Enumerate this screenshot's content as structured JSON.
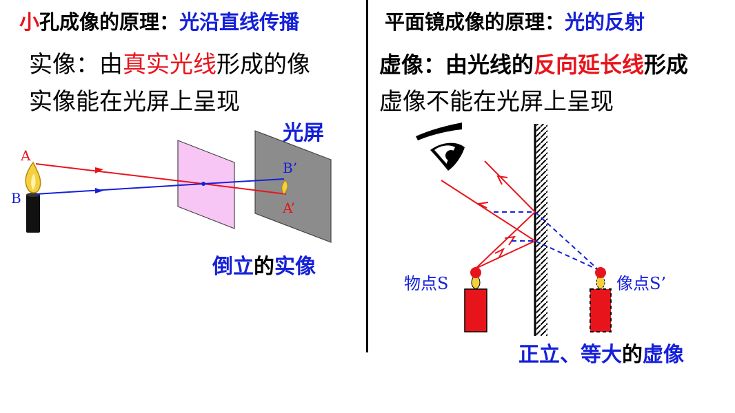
{
  "left": {
    "heading_prefix": "小",
    "heading_mid": "孔成像的原理：",
    "heading_highlight": "光沿直线传播",
    "line1_prefix": "实像：由",
    "line1_highlight": "真实光线",
    "line1_suffix": "形成的像",
    "line2": "实像能在光屏上呈现",
    "screen_label": "光屏",
    "label_A": "A",
    "label_B": "B",
    "label_B_img": "B’",
    "label_A_img": "A’",
    "caption_a": "倒立",
    "caption_b": "的",
    "caption_c": "实像"
  },
  "right": {
    "heading_prefix": "平面镜成像的原理：",
    "heading_highlight": "光的反射",
    "line1_a": "虚像：由光线的",
    "line1_highlight": "反向延长线",
    "line1_b": "形成",
    "line2": "虚像不能在光屏上呈现",
    "object_label": "物点S",
    "image_label": "像点S’",
    "caption_a": "正立、等大",
    "caption_b": "的",
    "caption_c": "虚像"
  },
  "colors": {
    "red": "#e8141c",
    "blue": "#1520d8",
    "screen_pink": "#f7c6f5",
    "screen_gray": "#8c8c8c",
    "flame": "#f4d03f"
  }
}
